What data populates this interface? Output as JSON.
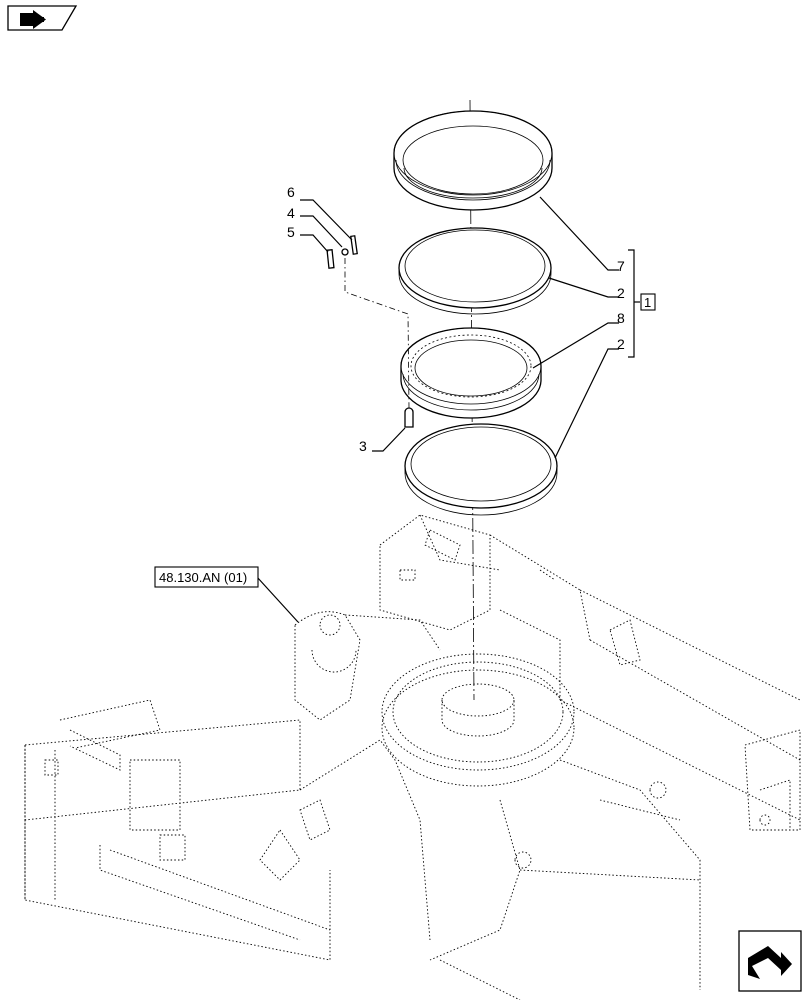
{
  "callouts": [
    {
      "id": "c6",
      "text": "6"
    },
    {
      "id": "c4",
      "text": "4"
    },
    {
      "id": "c5",
      "text": "5"
    },
    {
      "id": "c3",
      "text": "3"
    },
    {
      "id": "c7",
      "text": "7"
    },
    {
      "id": "c2a",
      "text": "2"
    },
    {
      "id": "c8",
      "text": "8"
    },
    {
      "id": "c2b",
      "text": "2"
    }
  ],
  "kit_box": {
    "text": "1"
  },
  "reference_label": {
    "text": "48.130.AN (01)"
  },
  "nav": {
    "top_left_icon": "book-arrow-icon",
    "bottom_right_icon": "next-page-arrow-icon"
  }
}
